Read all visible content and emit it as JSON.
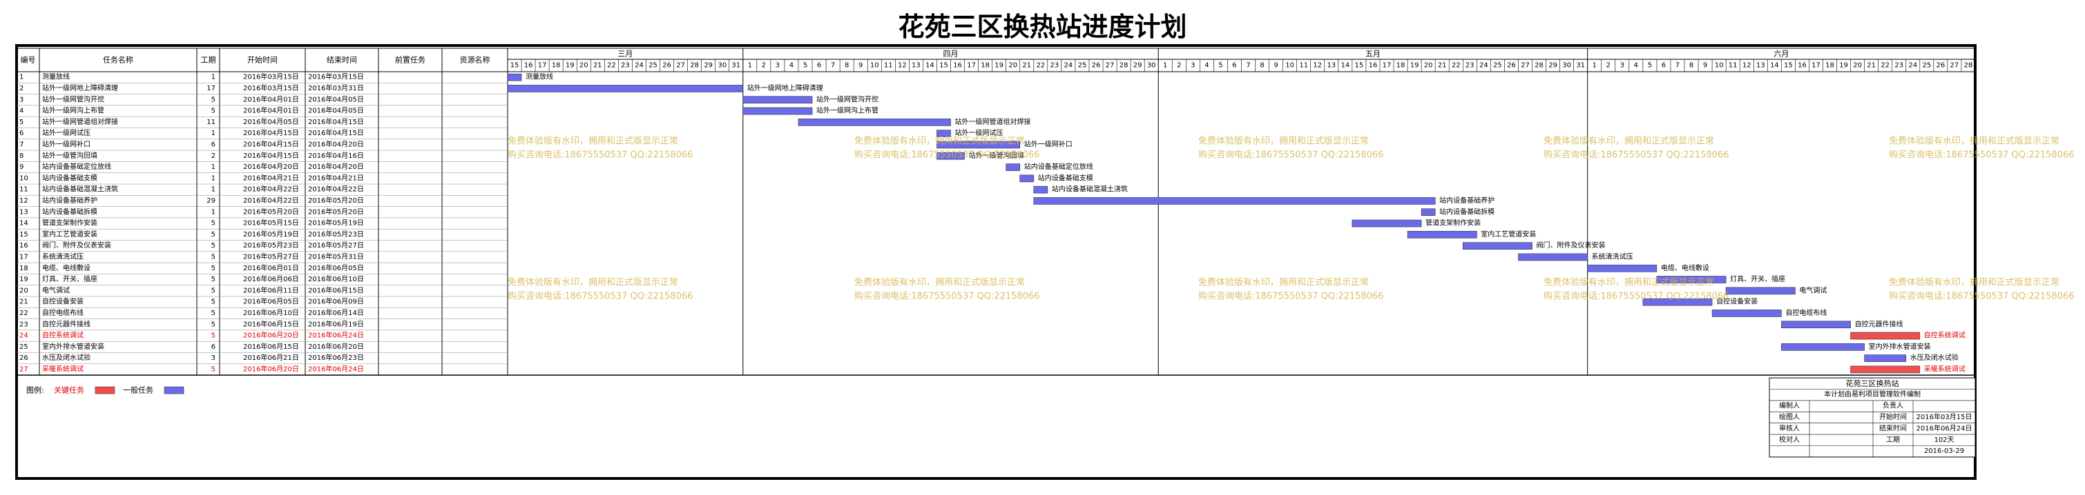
{
  "title": "花苑三区换热站进度计划",
  "table_headers": [
    "编号",
    "任务名称",
    "工期",
    "开始时间",
    "结束时间",
    "前置任务",
    "资源名称"
  ],
  "months": [
    "三月",
    "四月",
    "五月",
    "六月"
  ],
  "legend": {
    "label": "图例:",
    "key_label": "关键任务",
    "normal_label": "一般任务"
  },
  "colors": {
    "normal": "#6b6bea",
    "critical": "#ef4f4f",
    "critical_text": "#e00000",
    "watermark": "#d4b64e",
    "frame": "#000000"
  },
  "watermark": {
    "line1": "免费体验版有水印，拥用和正式版显示正常",
    "line2": "购买咨询电话:18675550537 QQ:22158066"
  },
  "info_box": {
    "company": "花苑三区换热站",
    "subtitle": "本计划由易利项目管理软件编制",
    "rows": [
      [
        "编制人",
        "",
        "负责人",
        ""
      ],
      [
        "绘图人",
        "",
        "开始时间",
        "2016年03月15日"
      ],
      [
        "审核人",
        "",
        "结束时间",
        "2016年06月24日"
      ],
      [
        "校对人",
        "",
        "工期",
        "102天"
      ],
      [
        "",
        "",
        "",
        "2016-03-29"
      ]
    ]
  },
  "chart_data": {
    "type": "gantt",
    "title": "花苑三区换热站进度计划",
    "x_range": [
      "2016-03-15",
      "2016-06-28"
    ],
    "tasks": [
      {
        "id": "1",
        "name": "测量放线",
        "duration": "1",
        "start": "2016年03月15日",
        "end": "2016年03月15日",
        "start_date": "2016-03-15",
        "end_date": "2016-03-15",
        "critical": false
      },
      {
        "id": "2",
        "name": "站外一级网地上障碍清理",
        "duration": "17",
        "start": "2016年03月15日",
        "end": "2016年03月31日",
        "start_date": "2016-03-15",
        "end_date": "2016-03-31",
        "critical": false
      },
      {
        "id": "3",
        "name": "站外一级网管沟开挖",
        "duration": "5",
        "start": "2016年04月01日",
        "end": "2016年04月05日",
        "start_date": "2016-04-01",
        "end_date": "2016-04-05",
        "critical": false
      },
      {
        "id": "4",
        "name": "站外一级网沟上布管",
        "duration": "5",
        "start": "2016年04月01日",
        "end": "2016年04月05日",
        "start_date": "2016-04-01",
        "end_date": "2016-04-05",
        "critical": false
      },
      {
        "id": "5",
        "name": "站外一级网管道组对焊接",
        "duration": "11",
        "start": "2016年04月05日",
        "end": "2016年04月15日",
        "start_date": "2016-04-05",
        "end_date": "2016-04-15",
        "critical": false
      },
      {
        "id": "6",
        "name": "站外一级网试压",
        "duration": "1",
        "start": "2016年04月15日",
        "end": "2016年04月15日",
        "start_date": "2016-04-15",
        "end_date": "2016-04-15",
        "critical": false
      },
      {
        "id": "7",
        "name": "站外一级网补口",
        "duration": "6",
        "start": "2016年04月15日",
        "end": "2016年04月20日",
        "start_date": "2016-04-15",
        "end_date": "2016-04-20",
        "critical": false
      },
      {
        "id": "8",
        "name": "站外一级管沟回填",
        "duration": "2",
        "start": "2016年04月15日",
        "end": "2016年04月16日",
        "start_date": "2016-04-15",
        "end_date": "2016-04-16",
        "critical": false
      },
      {
        "id": "9",
        "name": "站内设备基础定位放线",
        "duration": "1",
        "start": "2016年04月20日",
        "end": "2016年04月20日",
        "start_date": "2016-04-20",
        "end_date": "2016-04-20",
        "critical": false
      },
      {
        "id": "10",
        "name": "站内设备基础支模",
        "duration": "1",
        "start": "2016年04月21日",
        "end": "2016年04月21日",
        "start_date": "2016-04-21",
        "end_date": "2016-04-21",
        "critical": false
      },
      {
        "id": "11",
        "name": "站内设备基础混凝土浇筑",
        "duration": "1",
        "start": "2016年04月22日",
        "end": "2016年04月22日",
        "start_date": "2016-04-22",
        "end_date": "2016-04-22",
        "critical": false
      },
      {
        "id": "12",
        "name": "站内设备基础养护",
        "duration": "29",
        "start": "2016年04月22日",
        "end": "2016年05月20日",
        "start_date": "2016-04-22",
        "end_date": "2016-05-20",
        "critical": false
      },
      {
        "id": "13",
        "name": "站内设备基础拆模",
        "duration": "1",
        "start": "2016年05月20日",
        "end": "2016年05月20日",
        "start_date": "2016-05-20",
        "end_date": "2016-05-20",
        "critical": false
      },
      {
        "id": "14",
        "name": "管道支架制作安装",
        "duration": "5",
        "start": "2016年05月15日",
        "end": "2016年05月19日",
        "start_date": "2016-05-15",
        "end_date": "2016-05-19",
        "critical": false
      },
      {
        "id": "15",
        "name": "室内工艺管道安装",
        "duration": "5",
        "start": "2016年05月19日",
        "end": "2016年05月23日",
        "start_date": "2016-05-19",
        "end_date": "2016-05-23",
        "critical": false
      },
      {
        "id": "16",
        "name": "阀门、附件及仪表安装",
        "duration": "5",
        "start": "2016年05月23日",
        "end": "2016年05月27日",
        "start_date": "2016-05-23",
        "end_date": "2016-05-27",
        "critical": false
      },
      {
        "id": "17",
        "name": "系统清洗试压",
        "duration": "5",
        "start": "2016年05月27日",
        "end": "2016年05月31日",
        "start_date": "2016-05-27",
        "end_date": "2016-05-31",
        "critical": false
      },
      {
        "id": "18",
        "name": "电缆、电线敷设",
        "duration": "5",
        "start": "2016年06月01日",
        "end": "2016年06月05日",
        "start_date": "2016-06-01",
        "end_date": "2016-06-05",
        "critical": false
      },
      {
        "id": "19",
        "name": "灯具、开关、插座",
        "duration": "5",
        "start": "2016年06月06日",
        "end": "2016年06月10日",
        "start_date": "2016-06-06",
        "end_date": "2016-06-10",
        "critical": false
      },
      {
        "id": "20",
        "name": "电气调试",
        "duration": "5",
        "start": "2016年06月11日",
        "end": "2016年06月15日",
        "start_date": "2016-06-11",
        "end_date": "2016-06-15",
        "critical": false
      },
      {
        "id": "21",
        "name": "自控设备安装",
        "duration": "5",
        "start": "2016年06月05日",
        "end": "2016年06月09日",
        "start_date": "2016-06-05",
        "end_date": "2016-06-09",
        "critical": false
      },
      {
        "id": "22",
        "name": "自控电缆布线",
        "duration": "5",
        "start": "2016年06月10日",
        "end": "2016年06月14日",
        "start_date": "2016-06-10",
        "end_date": "2016-06-14",
        "critical": false
      },
      {
        "id": "23",
        "name": "自控元器件接线",
        "duration": "5",
        "start": "2016年06月15日",
        "end": "2016年06月19日",
        "start_date": "2016-06-15",
        "end_date": "2016-06-19",
        "critical": false
      },
      {
        "id": "24",
        "name": "自控系统调试",
        "duration": "5",
        "start": "2016年06月20日",
        "end": "2016年06月24日",
        "start_date": "2016-06-20",
        "end_date": "2016-06-24",
        "critical": true
      },
      {
        "id": "25",
        "name": "室内外排水管道安装",
        "duration": "6",
        "start": "2016年06月15日",
        "end": "2016年06月20日",
        "start_date": "2016-06-15",
        "end_date": "2016-06-20",
        "critical": false
      },
      {
        "id": "26",
        "name": "水压及闭水试验",
        "duration": "3",
        "start": "2016年06月21日",
        "end": "2016年06月23日",
        "start_date": "2016-06-21",
        "end_date": "2016-06-23",
        "critical": false
      },
      {
        "id": "27",
        "name": "采暖系统调试",
        "duration": "5",
        "start": "2016年06月20日",
        "end": "2016年06月24日",
        "start_date": "2016-06-20",
        "end_date": "2016-06-24",
        "critical": true
      }
    ]
  }
}
